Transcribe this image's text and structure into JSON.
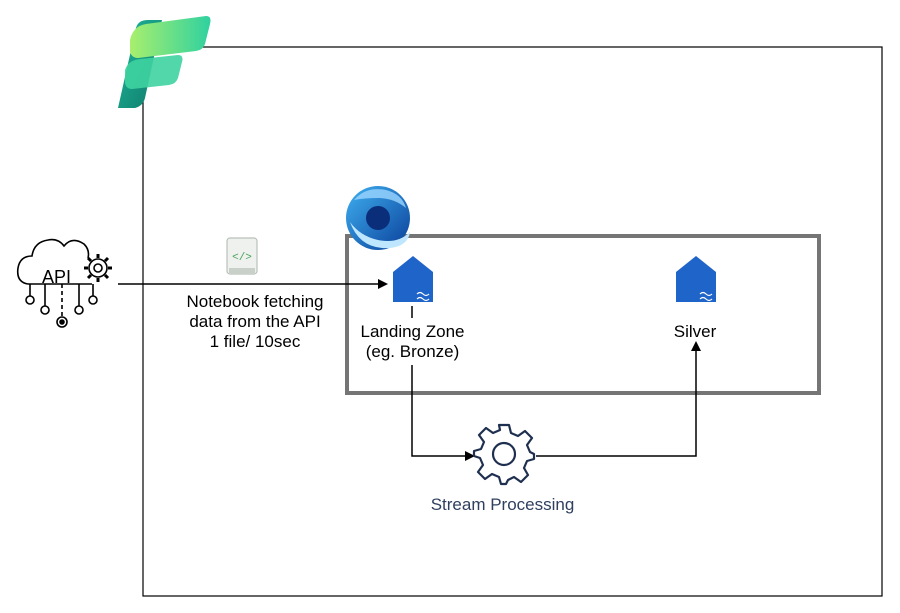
{
  "api_icon": {
    "icon": "cloud-api-gear-icon",
    "text": "API"
  },
  "notebook": {
    "icon": "notebook-code-icon",
    "lines": [
      "Notebook fetching",
      "data from the API",
      "1 file/ 10sec"
    ]
  },
  "landing_zone": {
    "icon": "lakehouse-icon",
    "lines": [
      "Landing Zone",
      "(eg. Bronze)"
    ]
  },
  "silver": {
    "icon": "lakehouse-icon",
    "label": "Silver"
  },
  "stream_processing": {
    "icon": "gear-icon",
    "label": "Stream Processing"
  },
  "logos": {
    "fabric": "fabric-logo",
    "eventhouse": "eventhouse-logo"
  },
  "colors": {
    "frame": "#000000",
    "lakehouse_box": "#757575",
    "lakehouse_icon": "#1f64c8",
    "arrow": "#000000",
    "stream_label": "#2f3f5f"
  }
}
